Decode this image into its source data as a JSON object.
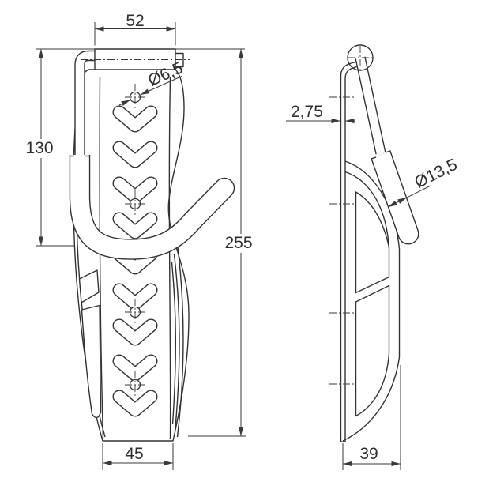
{
  "drawing": {
    "background": "#ffffff",
    "line_color": "#333333",
    "views": {
      "front": {
        "dimensions": {
          "top_width": "52",
          "hook_height": "130",
          "total_height": "255",
          "bottom_width": "45",
          "hole_diameter": "Ø6,5"
        }
      },
      "side": {
        "dimensions": {
          "plate_thickness": "2,75",
          "tube_diameter": "Ø13,5",
          "depth": "39"
        }
      }
    }
  }
}
